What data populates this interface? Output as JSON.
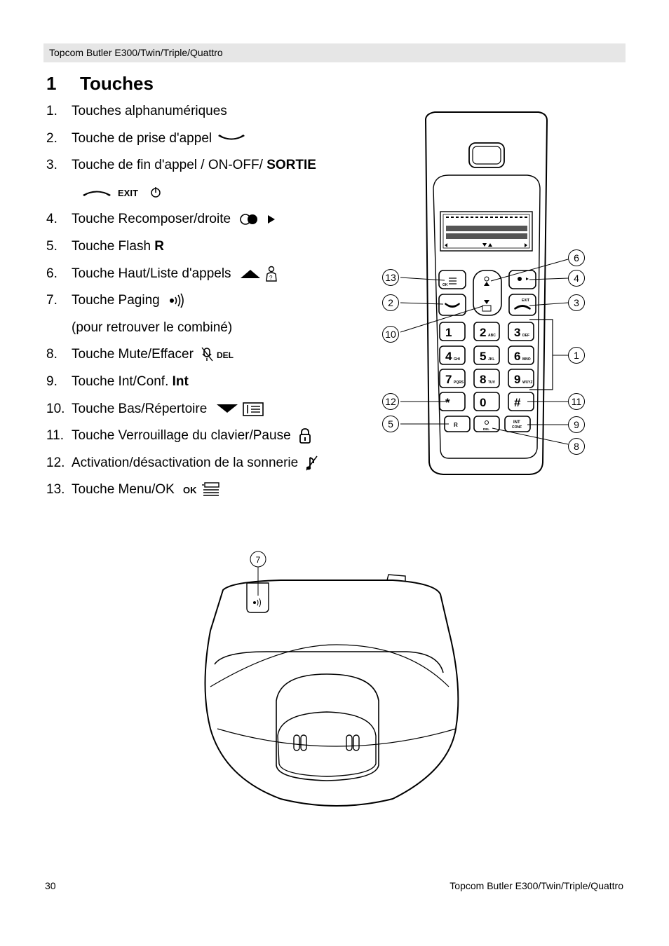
{
  "header": {
    "title": "Topcom Butler E300/Twin/Triple/Quattro"
  },
  "section": {
    "number": "1",
    "title": "Touches"
  },
  "keys": [
    {
      "num": "1.",
      "label": "Touches alphanumériques"
    },
    {
      "num": "2.",
      "label": "Touche de prise d'appel",
      "icon": "phone-pickup-icon"
    },
    {
      "num": "3.",
      "label": "Touche de fin d'appel / ON-OFF/ ",
      "bold": "SORTIE"
    },
    {
      "sub": true,
      "icon": "end-call-exit-power-icon",
      "exit_label": "EXIT"
    },
    {
      "num": "4.",
      "label": "Touche Recomposer/droite",
      "icon": "redial-right-arrow-icon"
    },
    {
      "num": "5.",
      "label": "Touche Flash ",
      "bold": "R"
    },
    {
      "num": "6.",
      "label": "Touche Haut/Liste d'appels",
      "icon": "up-arrow-calllist-icon"
    },
    {
      "num": "7.",
      "label": "Touche Paging",
      "icon": "paging-icon"
    },
    {
      "sub": true,
      "label": "(pour retrouver le combiné)"
    },
    {
      "num": "8.",
      "label": "Touche Mute/Effacer",
      "icon": "mute-del-icon",
      "del_label": "DEL"
    },
    {
      "num": "9.",
      "label": "Touche Int/Conf. ",
      "bold": "Int"
    },
    {
      "num": "10.",
      "label": "Touche Bas/Répertoire",
      "icon": "down-arrow-phonebook-icon"
    },
    {
      "num": "11.",
      "label": "Touche Verrouillage du clavier/Pause",
      "icon": "lock-icon"
    },
    {
      "num": "12.",
      "label": "Activation/désactivation de la sonnerie",
      "icon": "ringer-off-icon"
    },
    {
      "num": "13.",
      "label": "Touche Menu/OK",
      "icon": "menu-ok-icon",
      "ok_label": "OK"
    }
  ],
  "handset": {
    "callouts": [
      "1",
      "2",
      "3",
      "4",
      "5",
      "6",
      "8",
      "9",
      "10",
      "11",
      "12",
      "13"
    ],
    "keypad": [
      {
        "digit": "1",
        "letters": ""
      },
      {
        "digit": "2",
        "letters": "ABC"
      },
      {
        "digit": "3",
        "letters": "DEF"
      },
      {
        "digit": "4",
        "letters": "GHI"
      },
      {
        "digit": "5",
        "letters": "JKL"
      },
      {
        "digit": "6",
        "letters": "MNO"
      },
      {
        "digit": "7",
        "letters": "PQRS"
      },
      {
        "digit": "8",
        "letters": "TUV"
      },
      {
        "digit": "9",
        "letters": "WXYZ"
      },
      {
        "digit": "*",
        "letters": ""
      },
      {
        "digit": "0",
        "letters": ""
      },
      {
        "digit": "#",
        "letters": ""
      }
    ],
    "key_labels": {
      "ok": "OK",
      "exit": "EXIT",
      "flash": "R",
      "del": "DEL",
      "int": "INT",
      "conf": "CONF"
    }
  },
  "base": {
    "callout": "7"
  },
  "footer": {
    "page": "30",
    "title": "Topcom Butler E300/Twin/Triple/Quattro"
  }
}
